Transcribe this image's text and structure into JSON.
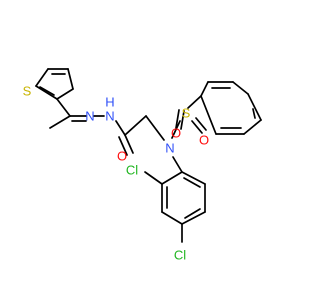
{
  "molecule": {
    "atom_labels": {
      "thiophene_s": "S",
      "hydrazone_n1": "N",
      "hydrazone_n2": "N",
      "amide_nh": "H",
      "amide_o": "O",
      "sulfonamide_n": "N",
      "sulfonyl_s": "S",
      "sulfonyl_o_left": "O",
      "sulfonyl_o_right": "O",
      "chloro_meta": "Cl",
      "chloro_para": "Cl"
    },
    "colors": {
      "bond": "#000000",
      "carbon": "#000000",
      "nitrogen": "#3050F8",
      "oxygen": "#FF0D0D",
      "sulfur": "#C8B400",
      "chlorine": "#1FB51F"
    }
  }
}
